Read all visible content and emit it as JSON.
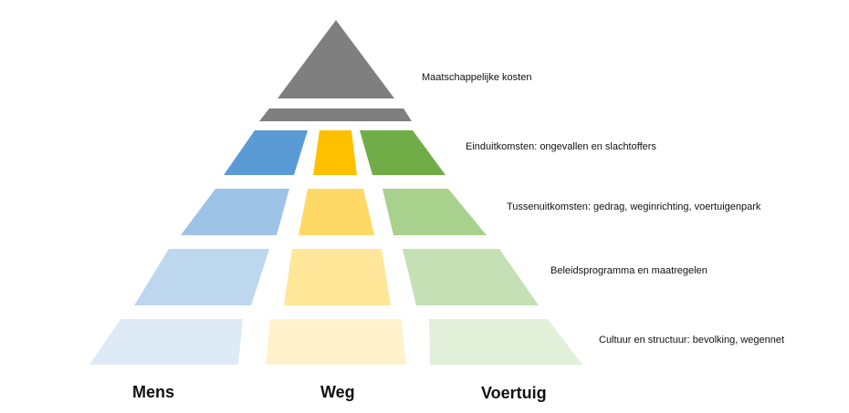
{
  "levels": [
    {
      "label": "Maatschappelijke kosten"
    },
    {
      "label": "Einduitkomsten:  ongevallen en slachtoffers"
    },
    {
      "label": "Tussenuitkomsten:  gedrag, weginrichting,  voertuigenpark"
    },
    {
      "label": "Beleidsprogramma  en maatregelen"
    },
    {
      "label": "Cultuur  en structuur:  bevolking,  wegennet"
    }
  ],
  "columns": [
    {
      "label": "Mens"
    },
    {
      "label": "Weg"
    },
    {
      "label": "Voertuig"
    }
  ],
  "colors": {
    "apex": "#7f7f7f",
    "band": "#7f7f7f",
    "rows": [
      [
        "#5b9bd5",
        "#ffc000",
        "#70ad47"
      ],
      [
        "#9dc3e6",
        "#ffd966",
        "#a9d18e"
      ],
      [
        "#bdd7ee",
        "#ffe699",
        "#c5e0b4"
      ],
      [
        "#deebf7",
        "#fff2cc",
        "#e2f0d9"
      ]
    ]
  }
}
